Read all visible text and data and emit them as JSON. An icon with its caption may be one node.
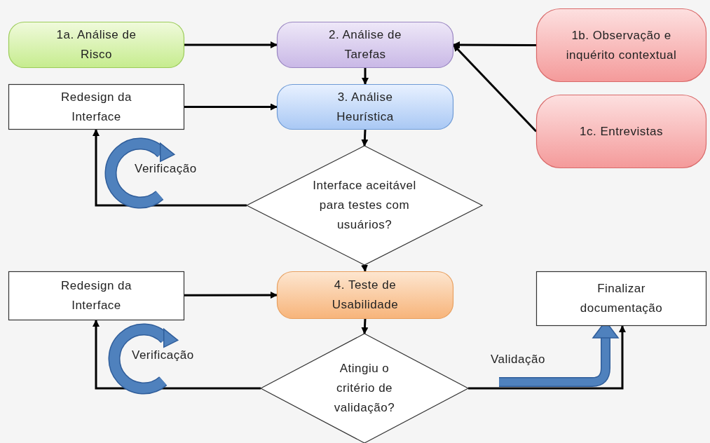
{
  "diagram": {
    "nodes": [
      {
        "text": [
          "1a. Análise de Risco"
        ]
      },
      {
        "text": [
          "2. Análise de Tarefas"
        ]
      },
      {
        "text": [
          "1b. Observação e inquérito contextual"
        ]
      },
      {
        "text": [
          "Redesign da Interface"
        ]
      },
      {
        "text": [
          "3. Análise Heurística"
        ]
      },
      {
        "text": [
          "1c. Entrevistas"
        ]
      },
      {
        "text": [
          "Interface aceitável para testes com usuários?"
        ]
      },
      {
        "text": [
          "Redesign da Interface"
        ]
      },
      {
        "text": [
          "4. Teste de Usabilidade"
        ]
      },
      {
        "text": [
          "Finalizar documentação"
        ]
      },
      {
        "text": [
          "Atingiu o critério de validação?"
        ]
      }
    ],
    "edges": [
      {
        "from": 0,
        "to": 1,
        "arrow": "to"
      },
      {
        "from": 2,
        "to": 1,
        "arrow": "to"
      },
      {
        "from": 5,
        "to": 1,
        "arrow": "to"
      },
      {
        "from": 1,
        "to": 4,
        "arrow": "to"
      },
      {
        "from": 3,
        "to": 4,
        "arrow": "to"
      },
      {
        "from": 4,
        "to": 6,
        "arrow": "to"
      },
      {
        "from": 6,
        "to": 3,
        "arrow": "to"
      },
      {
        "from": 6,
        "to": 8,
        "arrow": "to"
      },
      {
        "from": 7,
        "to": 8,
        "arrow": "to"
      },
      {
        "from": 8,
        "to": 10,
        "arrow": "to"
      },
      {
        "from": 10,
        "to": 7,
        "arrow": "to"
      },
      {
        "from": 10,
        "to": 9,
        "arrow": "to"
      }
    ],
    "labels": [
      "Verificação",
      "Verificação",
      "Validação"
    ]
  }
}
